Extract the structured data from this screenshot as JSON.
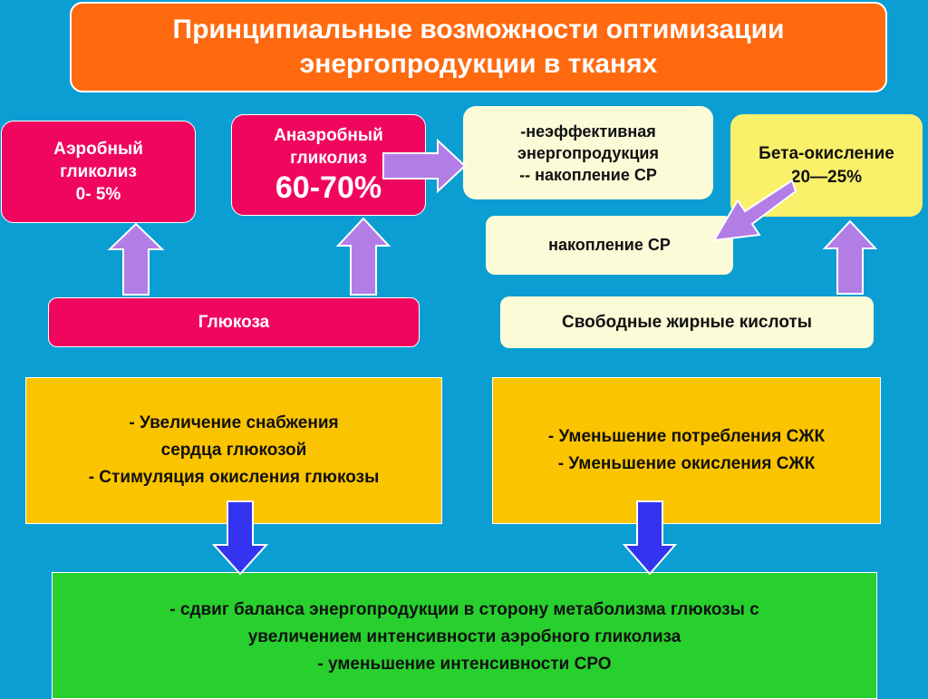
{
  "title": {
    "line1": "Принципиальные возможности оптимизации",
    "line2": "энергопродукции в тканях"
  },
  "aerobic": {
    "line1": "Аэробный",
    "line2": "гликолиз",
    "line3": "0- 5%"
  },
  "anaerobic": {
    "line1": "Анаэробный",
    "line2": "гликолиз",
    "line3": "60-70%"
  },
  "inefficient": {
    "line1": "-неэффективная",
    "line2": "энергопродукция",
    "line3": "-- накопление СР"
  },
  "beta": {
    "line1": "Бета-окисление",
    "line2": "20—25%"
  },
  "accumulation": {
    "label": "накопление СР"
  },
  "glucose": {
    "label": "Глюкоза"
  },
  "free_fatty_acids": {
    "label": "Свободные жирные кислоты"
  },
  "left_effects": {
    "line1": "- Увеличение снабжения",
    "line2": "сердца глюкозой",
    "line3": "- Стимуляция окисления глюкозы"
  },
  "right_effects": {
    "line1": "- Уменьшение потребления СЖК",
    "line2": "- Уменьшение окисления СЖК"
  },
  "outcome": {
    "line1": "- сдвиг баланса энергопродукции в сторону метаболизма глюкозы с",
    "line2": "увеличением интенсивности аэробного гликолиза",
    "line3": "- уменьшение интенсивности СРО"
  },
  "colors": {
    "background": "#0a9ed3",
    "title": "#ff6a10",
    "magenta": "#f0065e",
    "cream": "#fbfbd8",
    "yellow": "#fbf06a",
    "orange": "#fbc400",
    "green": "#28d02e",
    "arrow_violet": "#b27ee6",
    "arrow_blue": "#3434f0"
  }
}
